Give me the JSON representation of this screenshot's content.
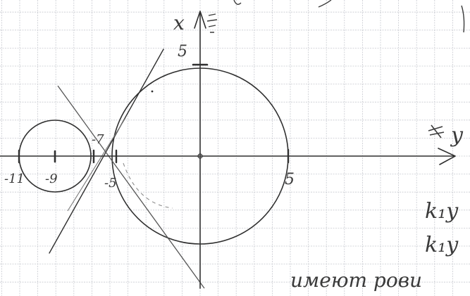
{
  "colors": {
    "paper": "#ffffff",
    "grid": "#c8cad0",
    "ink": "#2f2f2f",
    "pencil": "#8a8a8a"
  },
  "axes": {
    "horizontal_label": "y",
    "vertical_label": "x"
  },
  "tick_labels": {
    "t_minus_11": "-11",
    "t_minus_9": "-9",
    "t_minus_7": "-7",
    "t_minus_5": "-5",
    "t_5_right": "5",
    "t_5_top": "5"
  },
  "margin_notes": {
    "k1y_a": "k₁y",
    "k1y_b": "k₁y",
    "bottom_note": "имеют рови"
  }
}
